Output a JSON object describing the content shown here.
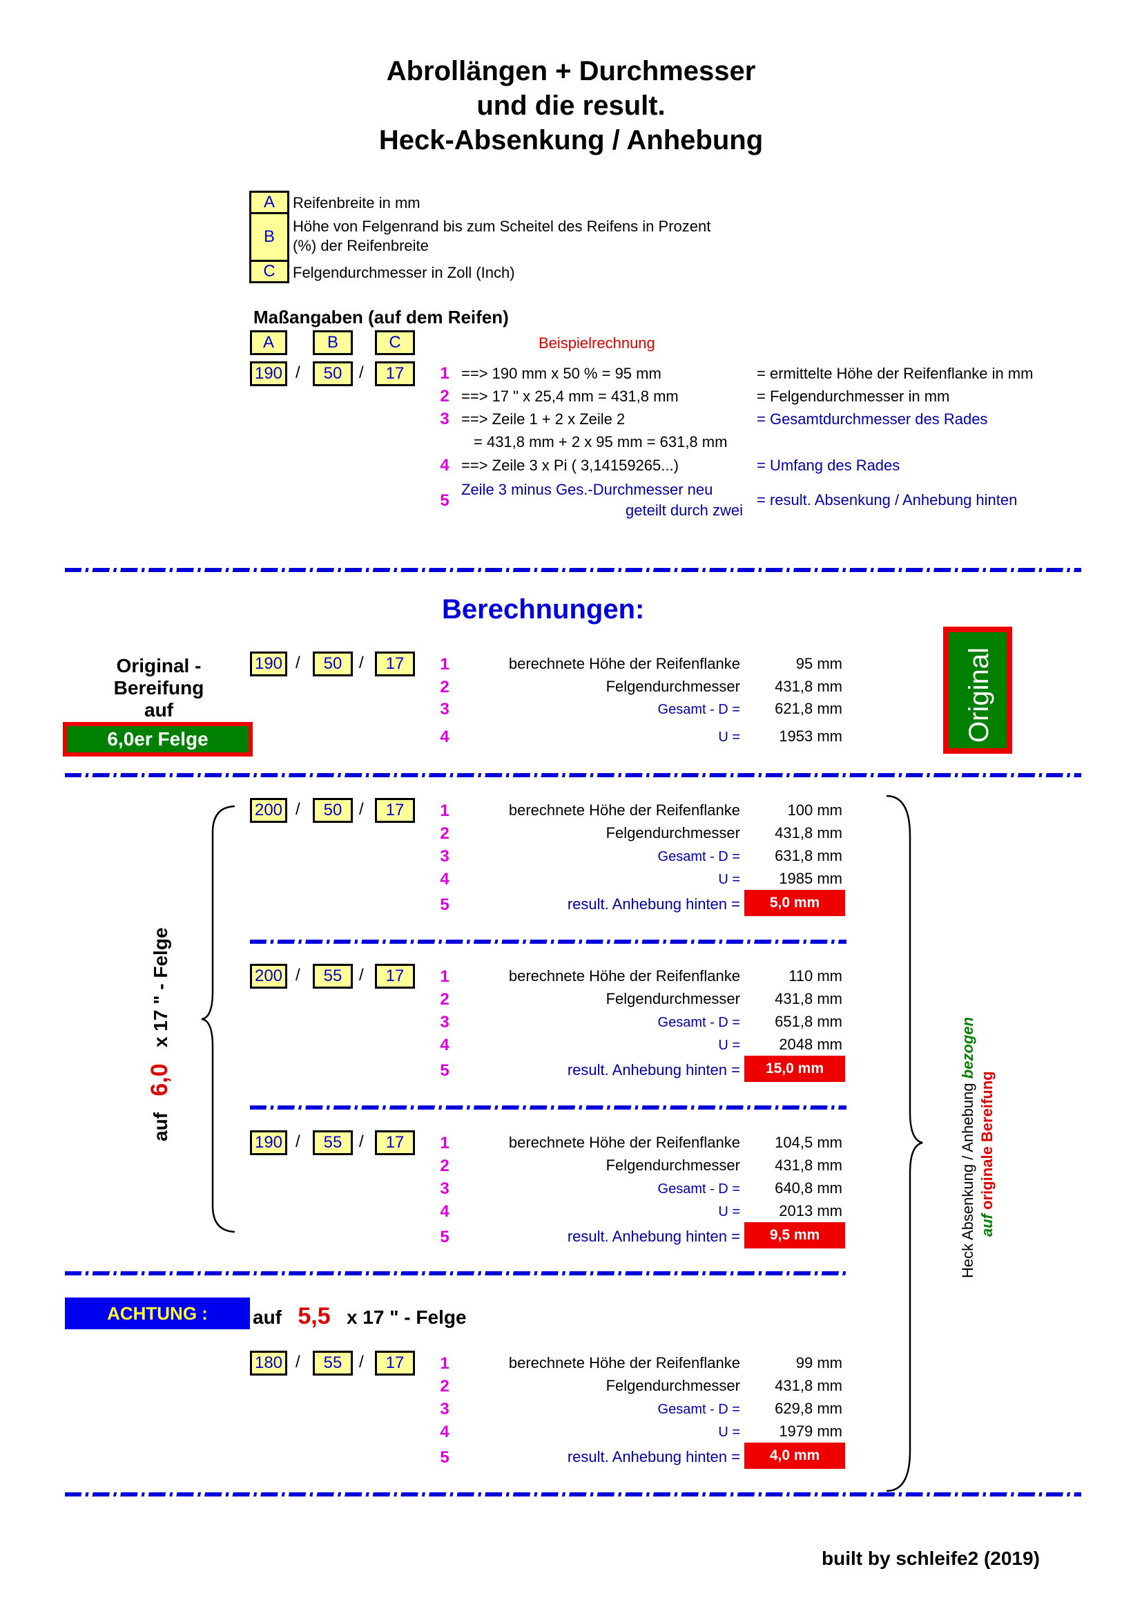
{
  "title": {
    "line1": "Abrollängen + Durchmesser",
    "line2": "und die result.",
    "line3": "Heck-Absenkung / Anhebung"
  },
  "legend": [
    {
      "key": "A",
      "text": "Reifenbreite in mm"
    },
    {
      "key": "B",
      "text_line1": "Höhe von Felgenrand bis zum Scheitel des Reifens in Prozent",
      "text_line2": "(%) der Reifenbreite"
    },
    {
      "key": "C",
      "text": "Felgendurchmesser in Zoll (Inch)"
    }
  ],
  "example": {
    "heading": "Maßangaben (auf dem Reifen)",
    "labels": [
      "A",
      "B",
      "C"
    ],
    "values": [
      "190",
      "50",
      "17"
    ],
    "separator": "/",
    "subtitle": "Beispielrechnung",
    "steps": [
      {
        "n": "1",
        "formula": "==> 190 mm   x   50 %   =   95 mm",
        "desc": "= ermittelte Höhe der Reifenflanke in mm"
      },
      {
        "n": "2",
        "formula": "==> 17 \" x   25,4 mm   =   431,8 mm",
        "desc": "= Felgendurchmesser in mm"
      },
      {
        "n": "3",
        "formula": "==> Zeile 1   +   2   x   Zeile 2",
        "formula2": "= 431,8 mm +  2 x 95 mm  =  631,8 mm",
        "desc": "= Gesamtdurchmesser des Rades"
      },
      {
        "n": "4",
        "formula": "==> Zeile 3   x   Pi ( 3,14159265...)",
        "desc": "= Umfang des Rades"
      },
      {
        "n": "5",
        "formula": "Zeile 3   minus   Ges.-Durchmesser neu",
        "formula2": "geteilt durch zwei",
        "desc": "= result. Absenkung / Anhebung hinten"
      }
    ]
  },
  "calc_heading": "Berechnungen:",
  "original": {
    "label_line1": "Original -",
    "label_line2": "Bereifung",
    "label_line3": "auf",
    "rim_badge": "6,0er Felge",
    "side_badge": "Original",
    "tire": [
      "190",
      "50",
      "17"
    ],
    "rows": [
      {
        "n": "1",
        "label": "berechnete Höhe der Reifenflanke",
        "value": "95 mm"
      },
      {
        "n": "2",
        "label": "Felgendurchmesser",
        "value": "431,8 mm"
      },
      {
        "n": "3",
        "label": "Gesamt - D =",
        "value": "621,8 mm"
      },
      {
        "n": "4",
        "label": "U =",
        "value": "1953 mm"
      }
    ]
  },
  "group60": {
    "side_label_pre": "auf",
    "side_label_size": "6,0",
    "side_label_post": "x   17 \" - Felge",
    "variants": [
      {
        "tire": [
          "200",
          "50",
          "17"
        ],
        "rows": [
          {
            "n": "1",
            "label": "berechnete Höhe der Reifenflanke",
            "value": "100 mm"
          },
          {
            "n": "2",
            "label": "Felgendurchmesser",
            "value": "431,8 mm"
          },
          {
            "n": "3",
            "label": "Gesamt - D =",
            "value": "631,8 mm"
          },
          {
            "n": "4",
            "label": "U =",
            "value": "1985 mm"
          },
          {
            "n": "5",
            "label": "result. Anhebung hinten =",
            "value": "5,0 mm"
          }
        ]
      },
      {
        "tire": [
          "200",
          "55",
          "17"
        ],
        "rows": [
          {
            "n": "1",
            "label": "berechnete Höhe der Reifenflanke",
            "value": "110 mm"
          },
          {
            "n": "2",
            "label": "Felgendurchmesser",
            "value": "431,8 mm"
          },
          {
            "n": "3",
            "label": "Gesamt - D =",
            "value": "651,8 mm"
          },
          {
            "n": "4",
            "label": "U =",
            "value": "2048 mm"
          },
          {
            "n": "5",
            "label": "result. Anhebung hinten =",
            "value": "15,0 mm"
          }
        ]
      },
      {
        "tire": [
          "190",
          "55",
          "17"
        ],
        "rows": [
          {
            "n": "1",
            "label": "berechnete Höhe der Reifenflanke",
            "value": "104,5 mm"
          },
          {
            "n": "2",
            "label": "Felgendurchmesser",
            "value": "431,8 mm"
          },
          {
            "n": "3",
            "label": "Gesamt - D =",
            "value": "640,8 mm"
          },
          {
            "n": "4",
            "label": "U =",
            "value": "2013 mm"
          },
          {
            "n": "5",
            "label": "result. Anhebung hinten =",
            "value": "9,5 mm"
          }
        ]
      }
    ]
  },
  "group55": {
    "warning": "ACHTUNG :",
    "pre": "auf",
    "size": "5,5",
    "post": "x   17 \" - Felge",
    "tire": [
      "180",
      "55",
      "17"
    ],
    "rows": [
      {
        "n": "1",
        "label": "berechnete Höhe der Reifenflanke",
        "value": "99 mm"
      },
      {
        "n": "2",
        "label": "Felgendurchmesser",
        "value": "431,8 mm"
      },
      {
        "n": "3",
        "label": "Gesamt - D =",
        "value": "629,8 mm"
      },
      {
        "n": "4",
        "label": "U =",
        "value": "1979 mm"
      },
      {
        "n": "5",
        "label": "result. Anhebung hinten =",
        "value": "4,0 mm"
      }
    ]
  },
  "right_note": {
    "line1_a": "Heck Absenkung / Anhebung",
    "line1_b": "bezogen",
    "line2_a": "auf",
    "line2_b": "originale Bereifung"
  },
  "footer": "built by schleife2 (2019)",
  "colors": {
    "box_fill": "#ffff99",
    "result_red": "#ee0000",
    "badge_green": "#008000",
    "dash_blue": "#0000dd",
    "step_magenta": "#dd00dd"
  }
}
